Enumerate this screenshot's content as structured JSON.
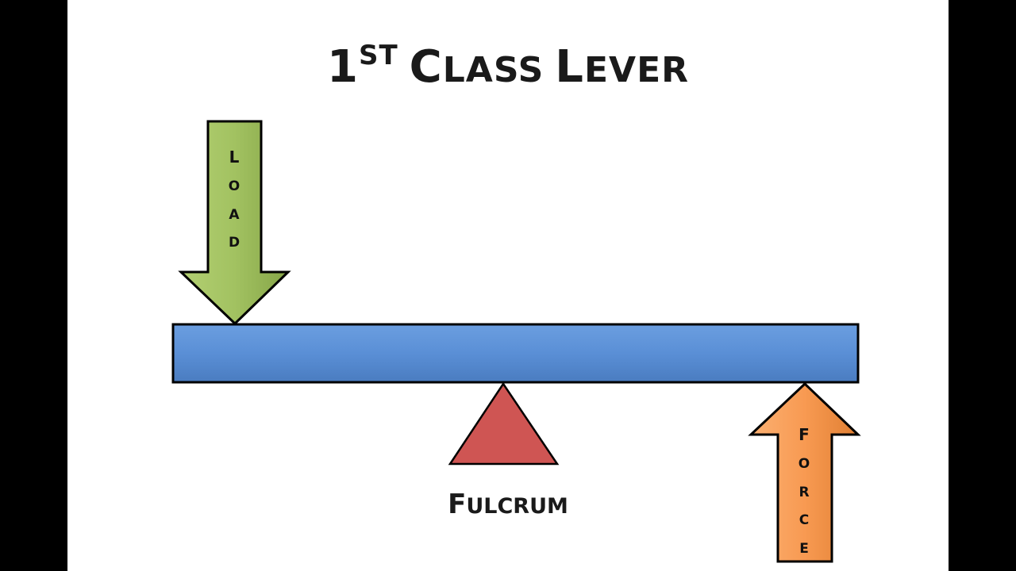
{
  "title": {
    "number": "1",
    "superscript": "ST",
    "word1_initial": "C",
    "word1_rest": "LASS",
    "word2_initial": "L",
    "word2_rest": "EVER"
  },
  "load": {
    "letters": [
      "L",
      "O",
      "A",
      "D"
    ],
    "color": "#9bbb59"
  },
  "force": {
    "letters": [
      "F",
      "O",
      "R",
      "C",
      "E"
    ],
    "color": "#f79646"
  },
  "fulcrum": {
    "initial": "F",
    "rest": "ULCRUM",
    "color": "#c0504d"
  },
  "lever": {
    "color": "#558ed5"
  }
}
